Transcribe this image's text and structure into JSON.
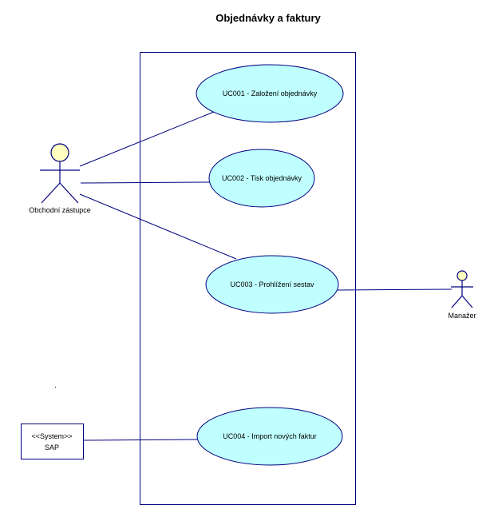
{
  "diagram": {
    "title": "Objednávky a faktury",
    "colors": {
      "line": "#000080",
      "usecase_fill": "#c0ffff",
      "actor_head_fill": "#ffffc0",
      "background": "#ffffff"
    },
    "use_cases": [
      {
        "id": "uc001",
        "label": "UC001 - Založení objednávky"
      },
      {
        "id": "uc002",
        "label": "UC002 - Tisk objednávky"
      },
      {
        "id": "uc003",
        "label": "UC003 - Prohlížení sestav"
      },
      {
        "id": "uc004",
        "label": "UC004 - Import nových faktur"
      }
    ],
    "actors": [
      {
        "id": "obchodni-zastupce",
        "label": "Obchodní zástupce"
      },
      {
        "id": "manazer",
        "label": "Manažer"
      }
    ],
    "system_actor": {
      "stereotype": "<<System>>",
      "label": "SAP"
    },
    "associations": [
      {
        "from": "Obchodní zástupce",
        "to": "UC001 - Založení objednávky"
      },
      {
        "from": "Obchodní zástupce",
        "to": "UC002 - Tisk objednávky"
      },
      {
        "from": "Obchodní zástupce",
        "to": "UC003 - Prohlížení sestav"
      },
      {
        "from": "Manažer",
        "to": "UC003 - Prohlížení sestav"
      },
      {
        "from": "SAP",
        "to": "UC004 - Import nových faktur"
      }
    ]
  }
}
